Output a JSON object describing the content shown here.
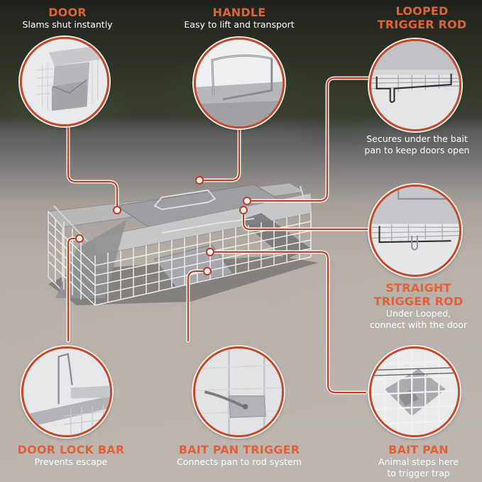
{
  "image": {
    "subject": "Humane live animal cage trap – feature callout infographic",
    "accent_color": "#e0623a",
    "ring_color": "#c24a2c",
    "text_color": "#ffffff"
  },
  "callouts": {
    "door": {
      "title": "DOOR",
      "desc": "Slams shut instantly",
      "icon": "door-closeup-icon"
    },
    "handle": {
      "title": "HANDLE",
      "desc": "Easy to lift and transport",
      "icon": "handle-closeup-icon"
    },
    "looped_trigger_rod": {
      "title": "LOOPED\nTRIGGER ROD",
      "desc": "Secures under the bait\npan to keep doors open",
      "icon": "looped-rod-closeup-icon"
    },
    "straight_trigger_rod": {
      "title": "STRAIGHT\nTRIGGER ROD",
      "desc": "Under Looped,\nconnect with the door",
      "icon": "straight-rod-closeup-icon"
    },
    "door_lock_bar": {
      "title": "DOOR LOCK BAR",
      "desc": "Prevents escape",
      "icon": "lock-bar-closeup-icon"
    },
    "bait_pan_trigger": {
      "title": "BAIT PAN TRIGGER",
      "desc": "Connects pan to rod system",
      "icon": "pan-trigger-closeup-icon"
    },
    "bait_pan": {
      "title": "BAIT PAN",
      "desc": "Animal steps here\nto trigger trap",
      "icon": "bait-pan-closeup-icon"
    }
  }
}
